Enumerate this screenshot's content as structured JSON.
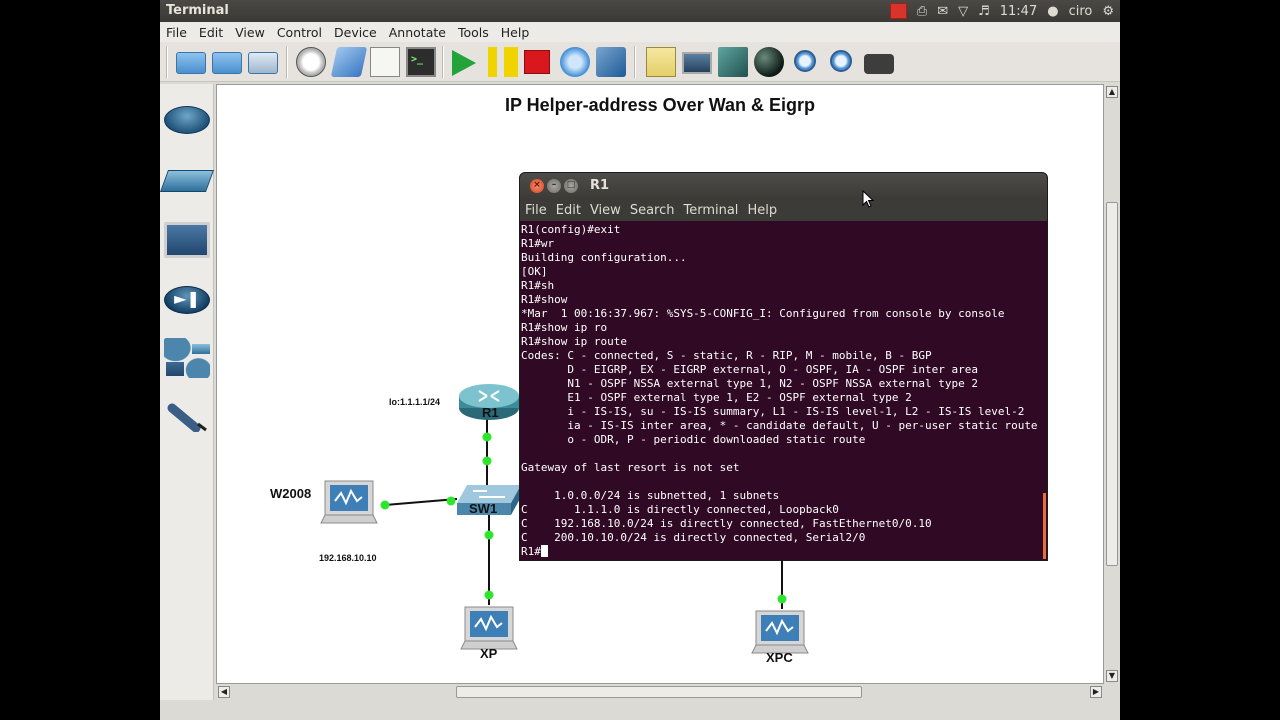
{
  "panel": {
    "app_title": "Terminal",
    "clock": "11:47",
    "user": "ciro"
  },
  "menubar": [
    "File",
    "Edit",
    "View",
    "Control",
    "Device",
    "Annotate",
    "Tools",
    "Help"
  ],
  "diagram": {
    "title": "IP Helper-address Over Wan & Eigrp",
    "labels": {
      "r1": "R1",
      "sw1": "SW1",
      "w2008": "W2008",
      "xp": "XP",
      "xpc": "XPC",
      "loopback": "lo:1.1.1.1/24",
      "w2008_ip": "192.168.10.10"
    },
    "link_color": "#2ee52e"
  },
  "terminal": {
    "title": "R1",
    "menu": [
      "File",
      "Edit",
      "View",
      "Search",
      "Terminal",
      "Help"
    ],
    "lines": [
      "R1(config)#exit",
      "R1#wr",
      "Building configuration...",
      "[OK]",
      "R1#sh",
      "R1#show",
      "*Mar  1 00:16:37.967: %SYS-5-CONFIG_I: Configured from console by console",
      "R1#show ip ro",
      "R1#show ip route",
      "Codes: C - connected, S - static, R - RIP, M - mobile, B - BGP",
      "       D - EIGRP, EX - EIGRP external, O - OSPF, IA - OSPF inter area",
      "       N1 - OSPF NSSA external type 1, N2 - OSPF NSSA external type 2",
      "       E1 - OSPF external type 1, E2 - OSPF external type 2",
      "       i - IS-IS, su - IS-IS summary, L1 - IS-IS level-1, L2 - IS-IS level-2",
      "       ia - IS-IS inter area, * - candidate default, U - per-user static route",
      "       o - ODR, P - periodic downloaded static route",
      "",
      "Gateway of last resort is not set",
      "",
      "     1.0.0.0/24 is subnetted, 1 subnets",
      "C       1.1.1.0 is directly connected, Loopback0",
      "C    192.168.10.0/24 is directly connected, FastEthernet0/0.10",
      "C    200.10.10.0/24 is directly connected, Serial2/0"
    ],
    "prompt": "R1#"
  }
}
